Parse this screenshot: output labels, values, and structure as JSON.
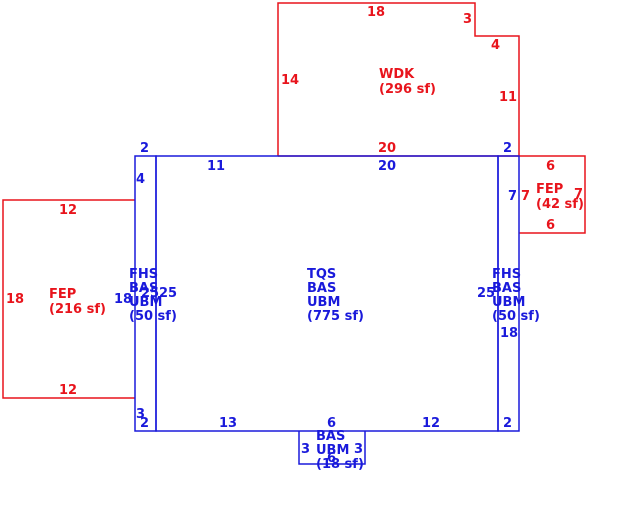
{
  "colors": {
    "red": "#e8141c",
    "blue": "#1a1adb",
    "background": "#ffffff"
  },
  "areas": {
    "wdk": {
      "line1": "WDK",
      "line2": "(296 sf)"
    },
    "fep_left": {
      "line1": "FEP",
      "line2": "(216 sf)"
    },
    "fep_right": {
      "line1": "FEP",
      "line2": "(42 sf)"
    },
    "tqs": {
      "line1": "TQS",
      "line2": "BAS",
      "line3": "UBM",
      "line4": "(775 sf)"
    },
    "fhs_left": {
      "line1": "FHS",
      "line2": "BAS",
      "line3": "UBM",
      "line4": "(50 sf)"
    },
    "fhs_right": {
      "line1": "FHS",
      "line2": "BAS",
      "line3": "UBM",
      "line4": "(50 sf)"
    },
    "bas_bottom": {
      "line1": "BAS",
      "line2": "UBM",
      "line3": "(18 sf)"
    }
  },
  "dims": {
    "wdk_top": "18",
    "wdk_notch_h": "3",
    "wdk_notch_v": "4",
    "wdk_right": "11",
    "wdk_left": "14",
    "wdk_bottom": "20",
    "wdk_bottom_right": "2",
    "fepr_top": "6",
    "fepr_left": "7",
    "fepr_right": "7",
    "fepr_bottom": "6",
    "fepl_top": "12",
    "fepl_left": "18",
    "fepl_bottom": "12",
    "fhsl_top": "2",
    "fhsl_seg": "4",
    "fhsl_bottom_side": "3",
    "fhsl_bottom": "2",
    "tqs_top_left": "11",
    "tqs_top": "20",
    "tqs_bottom_left": "13",
    "tqs_bottom_mid": "6",
    "tqs_bottom_right": "12",
    "fhs_left_side": "18",
    "fhs_left_inner": "25",
    "fhs_left_inner2": "25",
    "fhs_right_inner": "25",
    "fhs_right_side": "18",
    "fhs_right_bottom": "2",
    "bas_left": "3",
    "bas_right": "3",
    "bas_bottom": "6"
  }
}
